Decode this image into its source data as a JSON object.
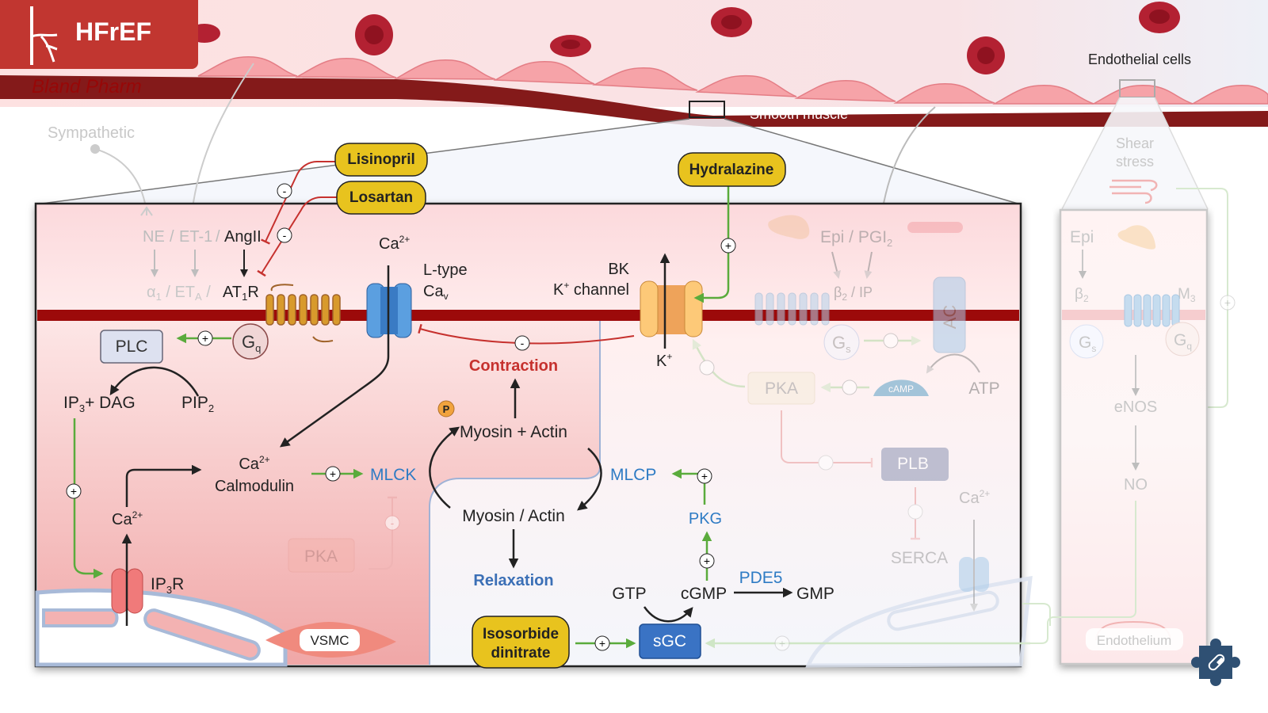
{
  "header": {
    "title": "HFrEF",
    "watermark": "Bland Pharm"
  },
  "vessel": {
    "endothelial_label": "Endothelial cells",
    "smooth_muscle_label": "Smooth muscle",
    "sympathetic_label": "Sympathetic"
  },
  "drugs": {
    "lisinopril": "Lisinopril",
    "losartan": "Losartan",
    "hydralazine": "Hydralazine",
    "isosorbide_line1": "Isosorbide",
    "isosorbide_line2": "dinitrate"
  },
  "vsmc": {
    "ligands": {
      "ne": "NE",
      "et1": "ET-1",
      "angii": "AngII",
      "sep": "/"
    },
    "receptors": {
      "alpha1": "α",
      "alpha1_sub": "1",
      "eta": "ET",
      "eta_sub": "A",
      "at1r_a": "AT",
      "at1r_sub": "1",
      "at1r_b": "R"
    },
    "gq": "G",
    "gq_sub": "q",
    "plc": "PLC",
    "ip3_dag": "IP",
    "ip3_sub": "3",
    "dag": "+ DAG",
    "pip2": "PIP",
    "pip2_sub": "2",
    "ca_channel_ion": "Ca",
    "ca_channel_ion_sup": "2+",
    "ca_channel_l1": "L-type",
    "ca_channel_l2": "Ca",
    "ca_channel_l2_sub": "v",
    "bk_l1": "BK",
    "bk_l2": "K",
    "bk_l2_sup": "+",
    "bk_l2_rest": " channel",
    "k_ion": "K",
    "k_ion_sup": "+",
    "ca_cal_l1": "Ca",
    "ca_cal_sup": "2+",
    "ca_cal_l2": "Calmodulin",
    "mlck": "MLCK",
    "ca_er": "Ca",
    "ca_er_sup": "2+",
    "ip3r": "IP",
    "ip3r_sub": "3",
    "ip3r_b": "R",
    "pka_faded": "PKA",
    "contraction": "Contraction",
    "myosin_actin_bound": "Myosin + Actin",
    "phospho": "P",
    "myosin_actin_free": "Myosin / Actin",
    "relaxation": "Relaxation",
    "mlcp": "MLCP",
    "pkg": "PKG",
    "gtp": "GTP",
    "cgmp": "cGMP",
    "pde5": "PDE5",
    "gmp": "GMP",
    "sgc": "sGC",
    "vsmc_tag": "VSMC",
    "epi_pgi2": "Epi / PGI",
    "pgi2_sub": "2",
    "beta2_ip": "β",
    "beta2_sub": "2",
    "ip_rest": " / IP",
    "gs": "G",
    "gs_sub": "s",
    "ac": "AC",
    "camp": "cAMP",
    "atp": "ATP",
    "pka": "PKA",
    "plb": "PLB",
    "serca": "SERCA",
    "ca_serca": "Ca",
    "ca_serca_sup": "2+"
  },
  "endothelium": {
    "shear_l1": "Shear",
    "shear_l2": "stress",
    "epi": "Epi",
    "beta2": "β",
    "beta2_sub": "2",
    "m3": "M",
    "m3_sub": "3",
    "gs": "G",
    "gs_sub": "s",
    "gq": "G",
    "gq_sub": "q",
    "enos": "eNOS",
    "no": "NO",
    "tag": "Endothelium"
  },
  "signs": {
    "plus": "+",
    "minus": "-"
  },
  "colors": {
    "drug_fill": "#e8c31e",
    "activation": "#5aab3c",
    "inhibition": "#c6312e",
    "membrane": "#9c0a0a",
    "blue_text": "#2e7bc4",
    "contraction_text": "#c6312e",
    "relaxation_text": "#3b6fb6",
    "sgc_fill": "#3a73c4",
    "badge": "#c13630"
  }
}
